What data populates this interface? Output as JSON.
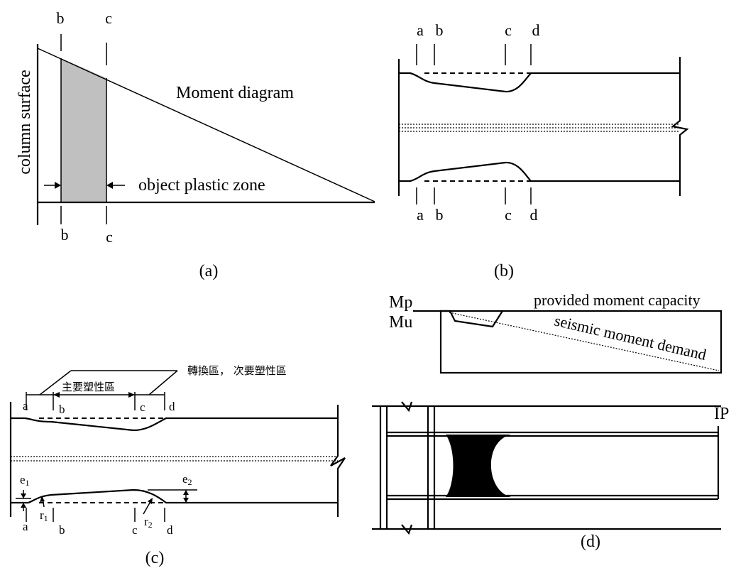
{
  "panel_a": {
    "column_label": "column surface",
    "moment_label": "Moment diagram",
    "zone_label": "object plastic zone",
    "sec_b": "b",
    "sec_c": "c",
    "caption": "(a)"
  },
  "panel_b": {
    "sec_a": "a",
    "sec_b": "b",
    "sec_c": "c",
    "sec_d": "d",
    "caption": "(b)"
  },
  "panel_c": {
    "main_zone": "主要塑性區",
    "transition_zone": "轉換區， 次要塑性區",
    "sec_a": "a",
    "sec_b": "b",
    "sec_c": "c",
    "sec_d": "d",
    "e1": "e",
    "e1_sub": "1",
    "e2": "e",
    "e2_sub": "2",
    "r1": "r",
    "r1_sub": "1",
    "r2": "r",
    "r2_sub": "2",
    "caption": "(c)"
  },
  "panel_d": {
    "mp": "Mp",
    "mu": "Mu",
    "capacity_label": "provided moment capacity",
    "demand_label": "seismic moment demand",
    "ip_label": "IP",
    "caption": "(d)"
  }
}
